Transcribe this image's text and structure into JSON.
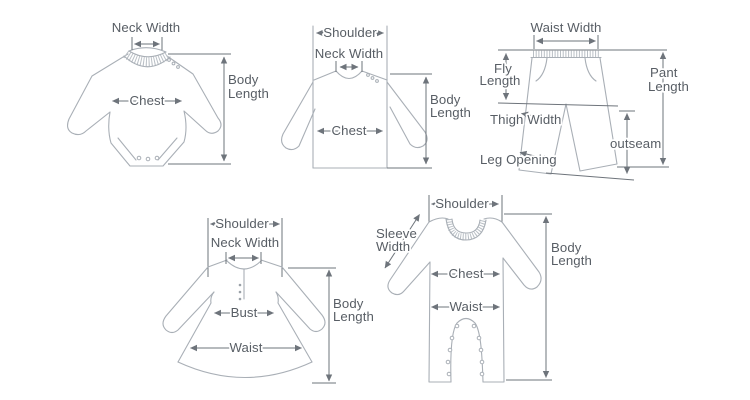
{
  "colors": {
    "background": "#ffffff",
    "garment_line": "#a9afb6",
    "dimension_line": "#6e747b",
    "label_text": "#585e65"
  },
  "diagram": {
    "bodysuit": {
      "neck_width": "Neck Width",
      "chest": "Chest",
      "body_length": [
        "Body",
        "Length"
      ]
    },
    "sweater": {
      "shoulder": "Shoulder",
      "neck_width": "Neck Width",
      "chest": "Chest",
      "body_length": [
        "Body",
        "Length"
      ]
    },
    "pants": {
      "waist_width": "Waist Width",
      "fly_length": [
        "Fly",
        "Length"
      ],
      "pant_length": [
        "Pant",
        "Length"
      ],
      "thigh_width": "Thigh Width",
      "leg_opening": "Leg Opening",
      "outseam": "outseam"
    },
    "dress": {
      "shoulder": "Shoulder",
      "neck_width": "Neck Width",
      "bust": "Bust",
      "waist": "Waist",
      "body_length": [
        "Body",
        "Length"
      ]
    },
    "romper": {
      "shoulder": "Shoulder",
      "sleeve_width": [
        "Sleeve",
        "Width"
      ],
      "chest": "Chest",
      "waist": "Waist",
      "body_length": [
        "Body",
        "Length"
      ]
    }
  }
}
